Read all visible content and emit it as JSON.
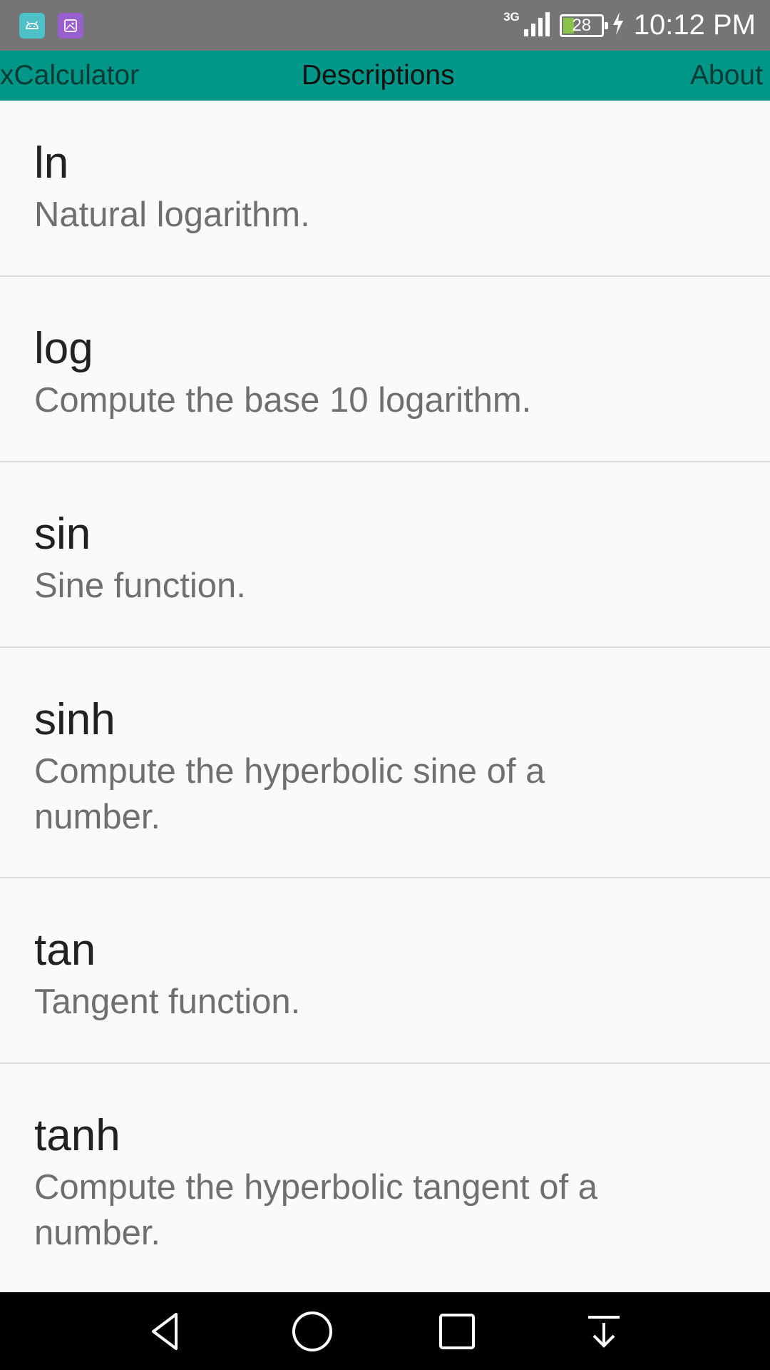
{
  "status_bar": {
    "network_type": "3G",
    "battery_level": "28",
    "battery_fraction": 0.28,
    "time": "10:12 PM",
    "notification_icons": [
      "android-icon",
      "image-icon"
    ]
  },
  "tabs": [
    {
      "label": "xCalculator",
      "active": false
    },
    {
      "label": "Descriptions",
      "active": true
    },
    {
      "label": "About",
      "active": false
    }
  ],
  "items": [
    {
      "title": "ln",
      "description": "Natural logarithm."
    },
    {
      "title": "log",
      "description": "Compute the base 10 logarithm."
    },
    {
      "title": "sin",
      "description": "Sine function."
    },
    {
      "title": "sinh",
      "description": "Compute the hyperbolic sine of a number."
    },
    {
      "title": "tan",
      "description": "Tangent function."
    },
    {
      "title": "tanh",
      "description": "Compute the hyperbolic tangent of a number."
    }
  ],
  "colors": {
    "status_bar": "#757575",
    "tab_bar": "#009688",
    "background": "#fafafa",
    "battery_fill": "#8bc34a"
  },
  "nav_icons": [
    "back-icon",
    "home-icon",
    "recents-icon",
    "notification-pull-icon"
  ]
}
